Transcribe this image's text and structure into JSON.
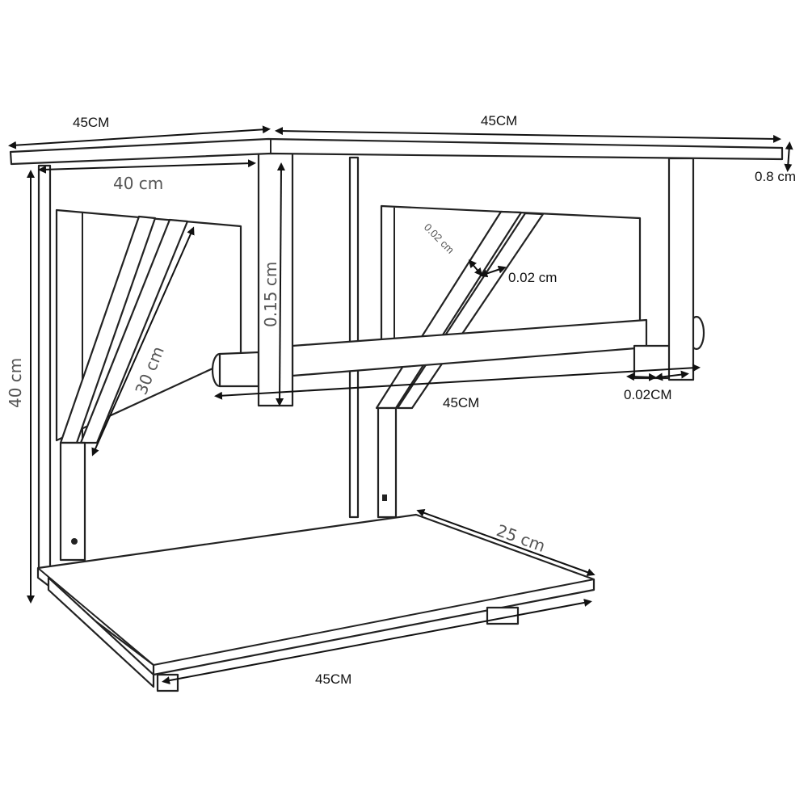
{
  "labels": {
    "top_left_width": "45CM",
    "top_right_width": "45CM",
    "top_thickness": "0.8 cm",
    "inner_span": "40 cm",
    "post_height": "0.15 cm",
    "brace_thickness_diag": "0.02 cm",
    "brace_thickness": "0.02 cm",
    "brace_length": "30 cm",
    "overall_height": "40 cm",
    "rail_length": "45CM",
    "post_width": "0.02CM",
    "bottom_depth": "25 cm",
    "bottom_width": "45CM"
  }
}
